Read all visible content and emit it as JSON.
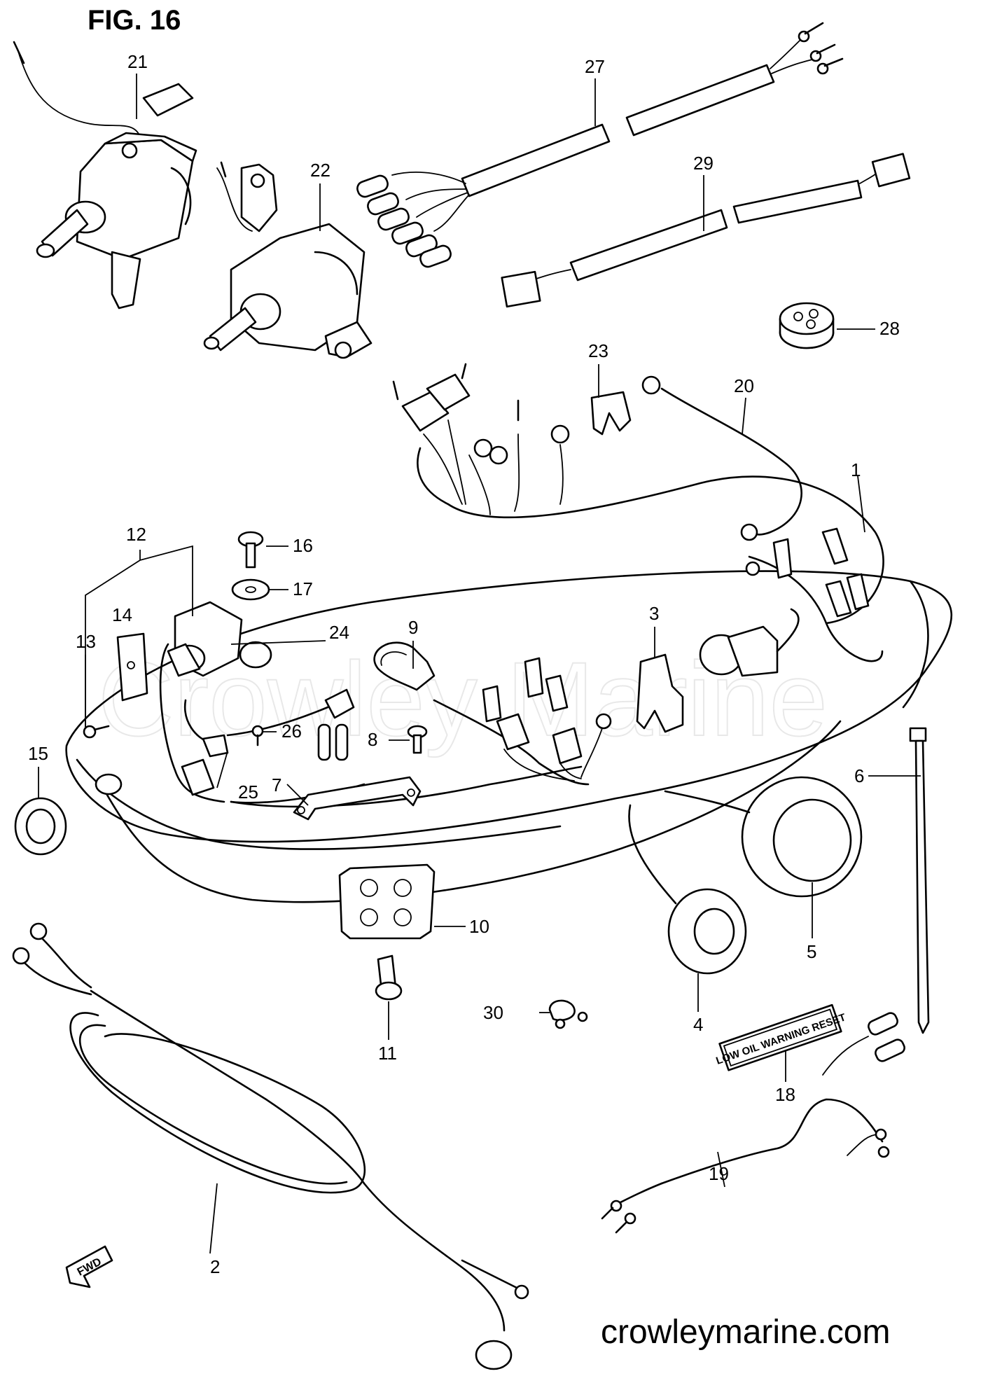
{
  "figure_title": "FIG. 16",
  "watermark": "Crowley Marine",
  "website": "crowleymarine.com",
  "fwd_arrow_text": "FWD",
  "decal_text": "LOW OIL WARNING RESET",
  "callouts": {
    "c1": "1",
    "c2": "2",
    "c3": "3",
    "c4": "4",
    "c5": "5",
    "c6": "6",
    "c7": "7",
    "c8": "8",
    "c9": "9",
    "c10": "10",
    "c11": "11",
    "c12": "12",
    "c13": "13",
    "c14": "14",
    "c15": "15",
    "c16": "16",
    "c17": "17",
    "c18": "18",
    "c19": "19",
    "c20": "20",
    "c21": "21",
    "c22": "22",
    "c23": "23",
    "c24": "24",
    "c25": "25",
    "c26": "26",
    "c27": "27",
    "c28": "28",
    "c29": "29",
    "c30": "30"
  }
}
